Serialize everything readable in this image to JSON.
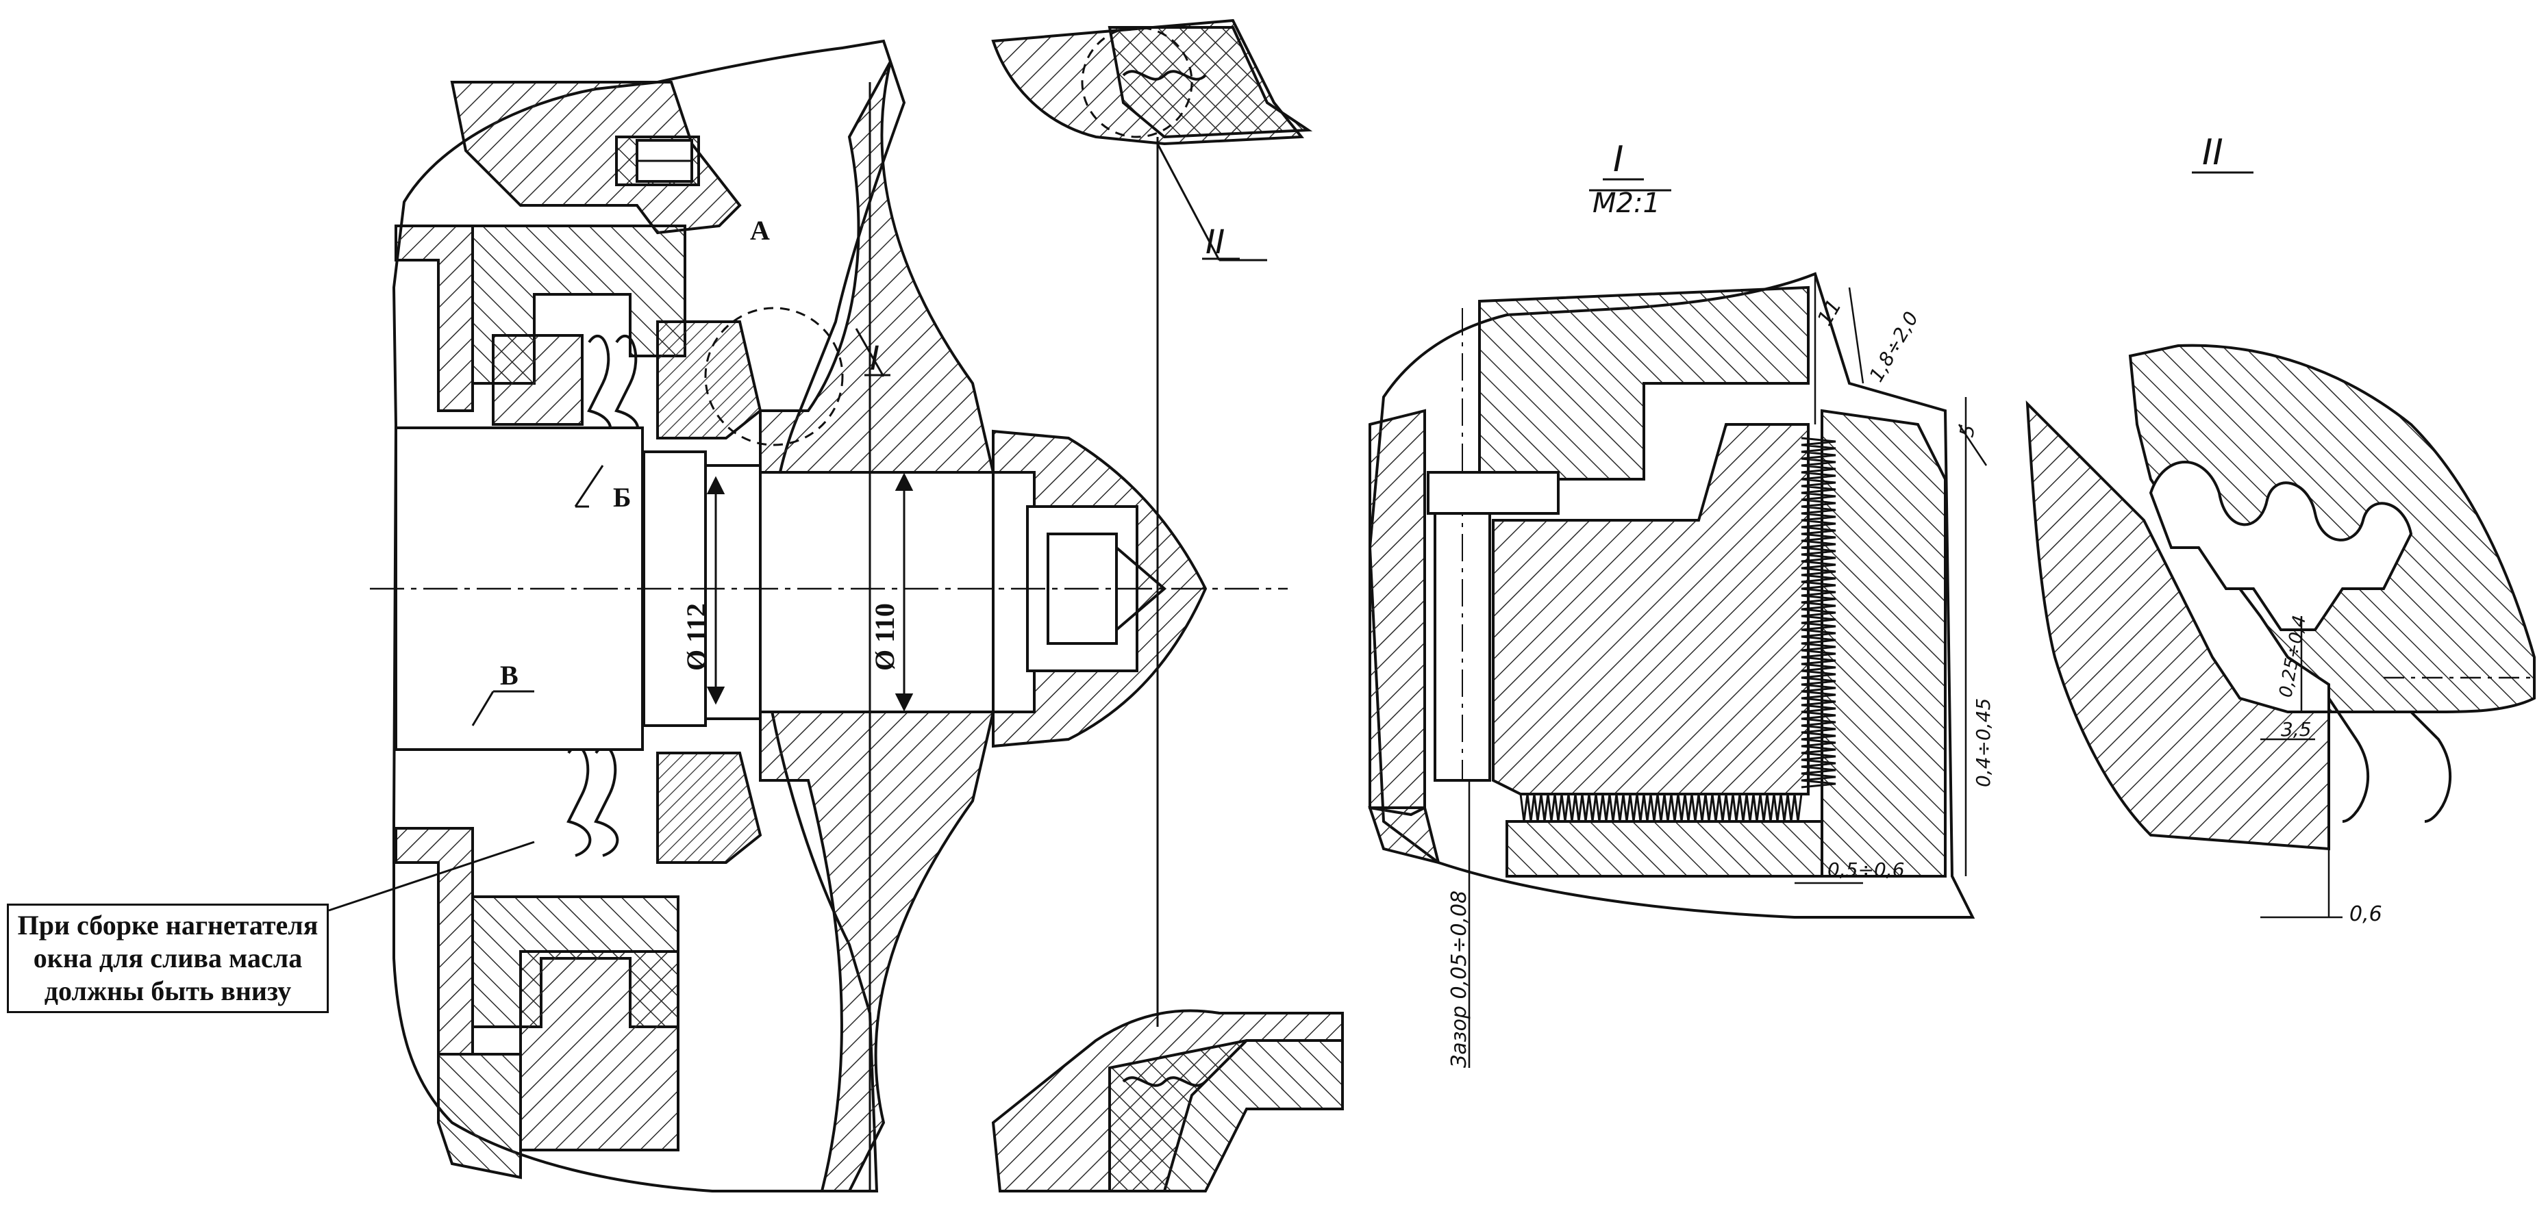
{
  "note": {
    "line1": "При сборке нагнетателя",
    "line2": "окна для слива масла",
    "line3": "должны быть внизу"
  },
  "labels": {
    "a": "А",
    "b": "Б",
    "v": "В",
    "d112": "Ø 112",
    "d110": "Ø 110",
    "callout_1": "I",
    "callout_2": "II"
  },
  "detail_1": {
    "title": "I",
    "scale": "М2:1",
    "dim_top_a": "11",
    "dim_top_b": "1,8÷2,0",
    "dim_right_small": "5",
    "dim_right": "0,4÷0,45",
    "dim_bottom": "0,5÷0,6",
    "dim_left": "Зазор 0,05÷0,08"
  },
  "detail_2": {
    "title": "II",
    "dim_a": "0,25÷0,4",
    "dim_b": "3,5",
    "dim_c": "0,6"
  },
  "colors": {
    "ink": "#111111",
    "paper": "#ffffff",
    "hatch": "#2a2a2a"
  }
}
